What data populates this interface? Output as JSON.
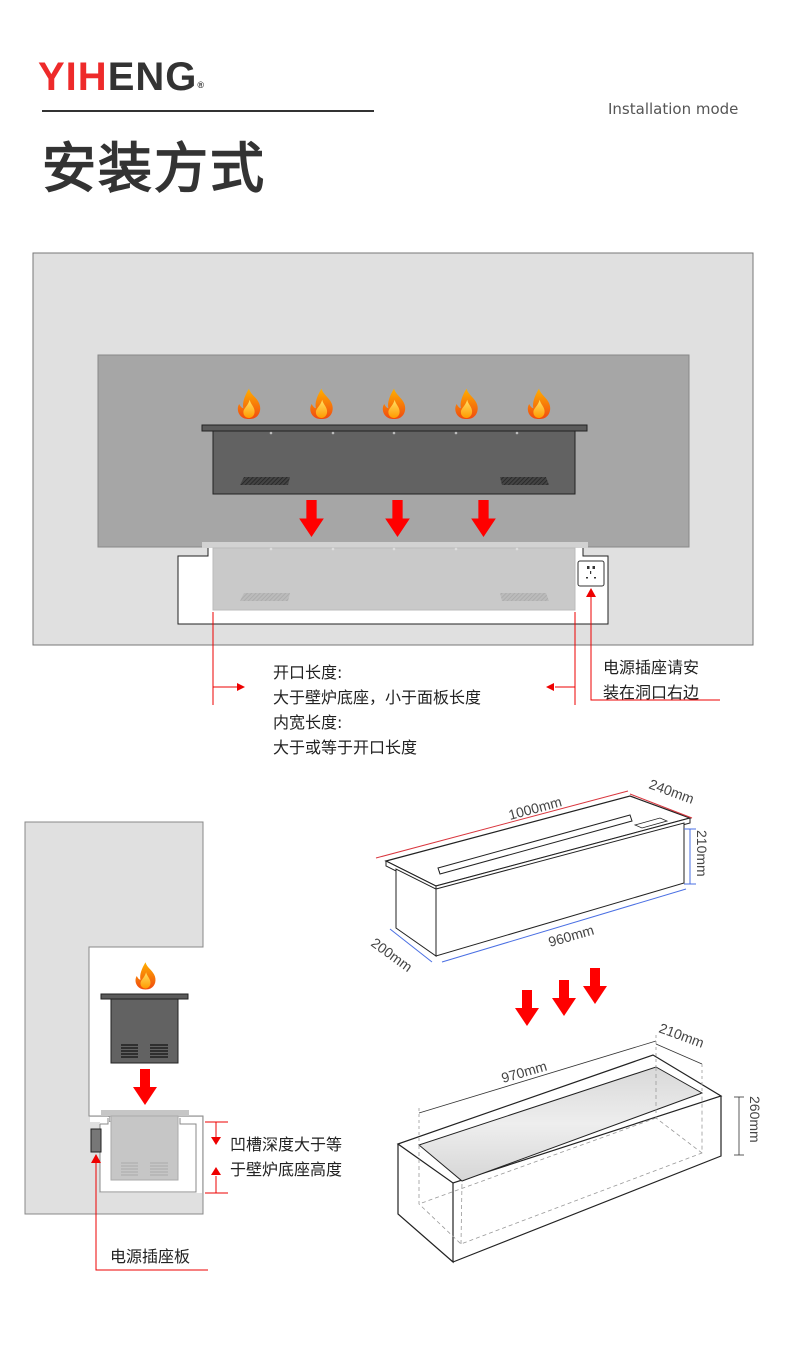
{
  "header": {
    "brand_red": "YIH",
    "brand_dark": "ENG",
    "brand_mark": "®",
    "subtitle": "Installation mode",
    "title": "安装方式"
  },
  "colors": {
    "brand_red": "#ee2a2a",
    "arrow_red": "#ff0000",
    "wall_gray": "#e0e0e0",
    "panel_gray": "#a6a6a6",
    "box_dark": "#626262",
    "dimension_red": "#d9363e",
    "dimension_blue": "#4a6fe3"
  },
  "front_view": {
    "flame_count": 5,
    "down_arrow_count": 3,
    "callout_opening": {
      "lines": [
        "开口长度:",
        "大于壁炉底座，小于面板长度",
        "内宽长度:",
        "大于或等于开口长度"
      ]
    },
    "callout_socket": {
      "lines": [
        "电源插座请安",
        "装在洞口右边"
      ]
    }
  },
  "side_view": {
    "callout_depth": {
      "lines": [
        "凹槽深度大于等",
        "于壁炉底座高度"
      ]
    },
    "callout_socket_board": "电源插座板"
  },
  "product_dimensions": {
    "top_length": "1000mm",
    "top_width": "240mm",
    "height": "210mm",
    "body_length": "960mm",
    "body_width": "200mm"
  },
  "recess_dimensions": {
    "length": "970mm",
    "width": "210mm",
    "depth": "260mm"
  }
}
